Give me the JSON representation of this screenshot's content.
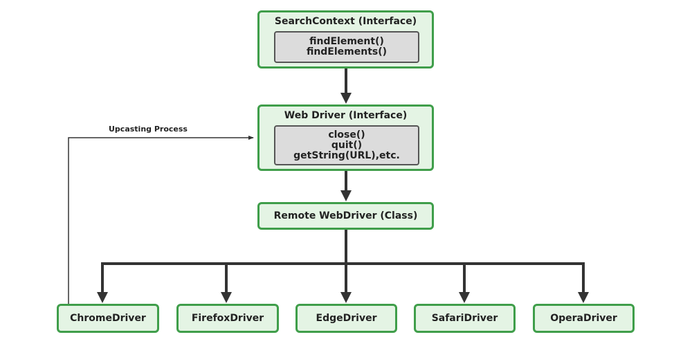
{
  "colors": {
    "box_fill": "#e4f4e4",
    "box_border": "#3f9e4a",
    "method_fill": "#dcdcdc",
    "method_border": "#555555",
    "arrow": "#333333"
  },
  "search_context": {
    "title": "SearchContext (Interface)",
    "methods": [
      "findElement()",
      "findElements()"
    ]
  },
  "web_driver": {
    "title": "Web Driver (Interface)",
    "methods": [
      "close()",
      "quit()",
      "getString(URL),etc."
    ]
  },
  "remote_webdriver": {
    "title": "Remote WebDriver (Class)"
  },
  "drivers": [
    "ChromeDriver",
    "FirefoxDriver",
    "EdgeDriver",
    "SafariDriver",
    "OperaDriver"
  ],
  "upcasting_label": "Upcasting Process"
}
